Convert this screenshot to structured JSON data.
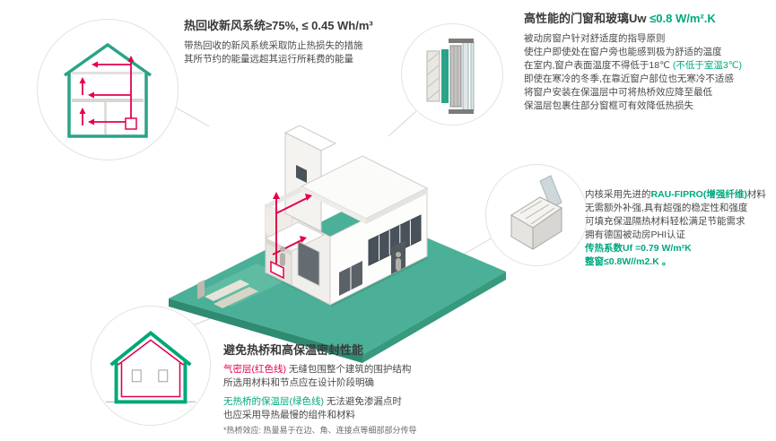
{
  "colors": {
    "green": "#00a87e",
    "red": "#e5004f",
    "teal": "#4bb097",
    "dark": "#3a3a3a"
  },
  "hrv": {
    "title": "热回收新风系统≥75%, ≤ 0.45 Wh/m³",
    "line1": "带热回收的新风系统采取防止热损失的措施",
    "line2": "其所节约的能量远超其运行所耗费的能量"
  },
  "windows": {
    "title_dark": "高性能的门窗和玻璃Uw ",
    "title_green": "≤0.8 W/m².K",
    "line1": "被动房窗户针对舒适度的指导原则",
    "line2": "使住户即使处在窗户旁也能感到极为舒适的温度",
    "line3_prefix": "在室内,窗户表面温度不得低于",
    "line3_green1": "18℃",
    "line3_green2": " (不低于室温3℃)",
    "line4": "即使在寒冷的冬季,在靠近窗户部位也无寒冷不适感",
    "line5": "将窗户安装在保温层中可将热桥效应降至最低",
    "line6": "保温层包裹住部分窗框可有效降低热损失"
  },
  "profile": {
    "title_prefix": "内核采用先进的",
    "title_green": "RAU-FIPRO(增强纤维)",
    "title_suffix": "材料",
    "line1": "无需额外补强,具有超强的稳定性和强度",
    "line2": "可填充保温隔热材料轻松满足节能需求",
    "line3": "拥有德国被动房PHI认证",
    "line4": "传热系数Uf =0.79 W/m²K",
    "line5": "整窗≤0.8W//m2.K 。"
  },
  "thermal": {
    "title": "避免热桥和高保温密封性能",
    "airtight_label": "气密层(红色线)",
    "airtight_text": " 无缝包围整个建筑的围护结构",
    "line2": "所选用材料和节点应在设计阶段明确",
    "insul_label": "无热桥的保温层(绿色线)",
    "insul_text": " 无法避免渗漏点时",
    "line4": "也应采用导热最慢的组件和材料",
    "note": "*热桥效应: 热量易于在边、角、连接点等细部部分传导"
  }
}
